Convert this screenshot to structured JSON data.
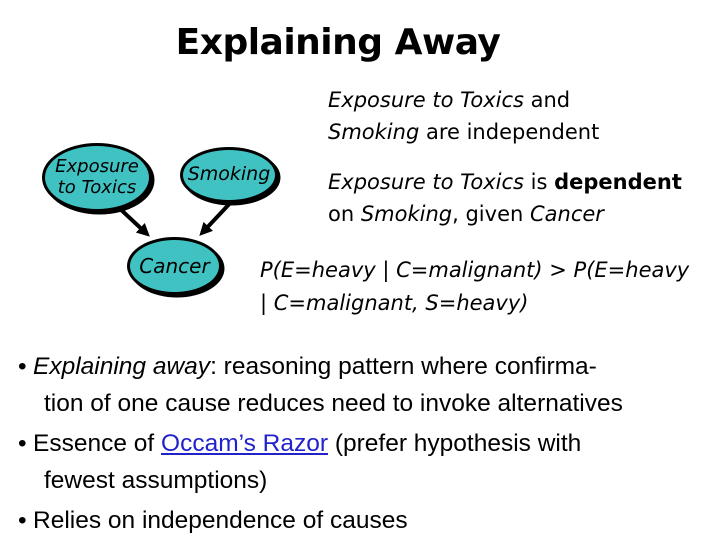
{
  "slide": {
    "title": "Explaining Away"
  },
  "diagram": {
    "nodes": {
      "exposure": {
        "line1": "Exposure",
        "line2": "to Toxics"
      },
      "smoking": {
        "label": "Smoking"
      },
      "cancer": {
        "label": "Cancer"
      }
    },
    "edges": [
      {
        "from": "exposure-to-toxics",
        "to": "cancer"
      },
      {
        "from": "smoking",
        "to": "cancer"
      }
    ]
  },
  "right_column": {
    "independent": {
      "l1_italic": "Exposure to Toxics",
      "l1_rest": " and",
      "l2_italic": "Smoking",
      "l2_rest": " are independent"
    },
    "dependent": {
      "l1_italic": "Exposure to Toxics",
      "l1_mid": " is ",
      "l1_bold": "dependent",
      "l2_pre": "on ",
      "l2_italic1": "Smoking",
      "l2_mid": ", given ",
      "l2_italic2": "Cancer"
    },
    "formula": {
      "line1": "P(E=heavy | C=malignant) > P(E=heavy",
      "line2": "| C=malignant, S=heavy)"
    }
  },
  "bullets": {
    "bullet_char": "•",
    "b1": {
      "italic": "Explaining away",
      "rest": ": reasoning pattern where confirma-",
      "line2": "tion of one cause reduces need to invoke alternatives"
    },
    "b2": {
      "pre": "Essence of ",
      "link": "Occam’s Razor",
      "post": " (prefer hypothesis with",
      "line2": "fewest assumptions)"
    },
    "b3": {
      "text": "Relies on independence of causes"
    }
  },
  "colors": {
    "node_fill": "#41C2C2",
    "link": "#2222CC",
    "text": "#000000",
    "background": "#FFFFFF"
  }
}
